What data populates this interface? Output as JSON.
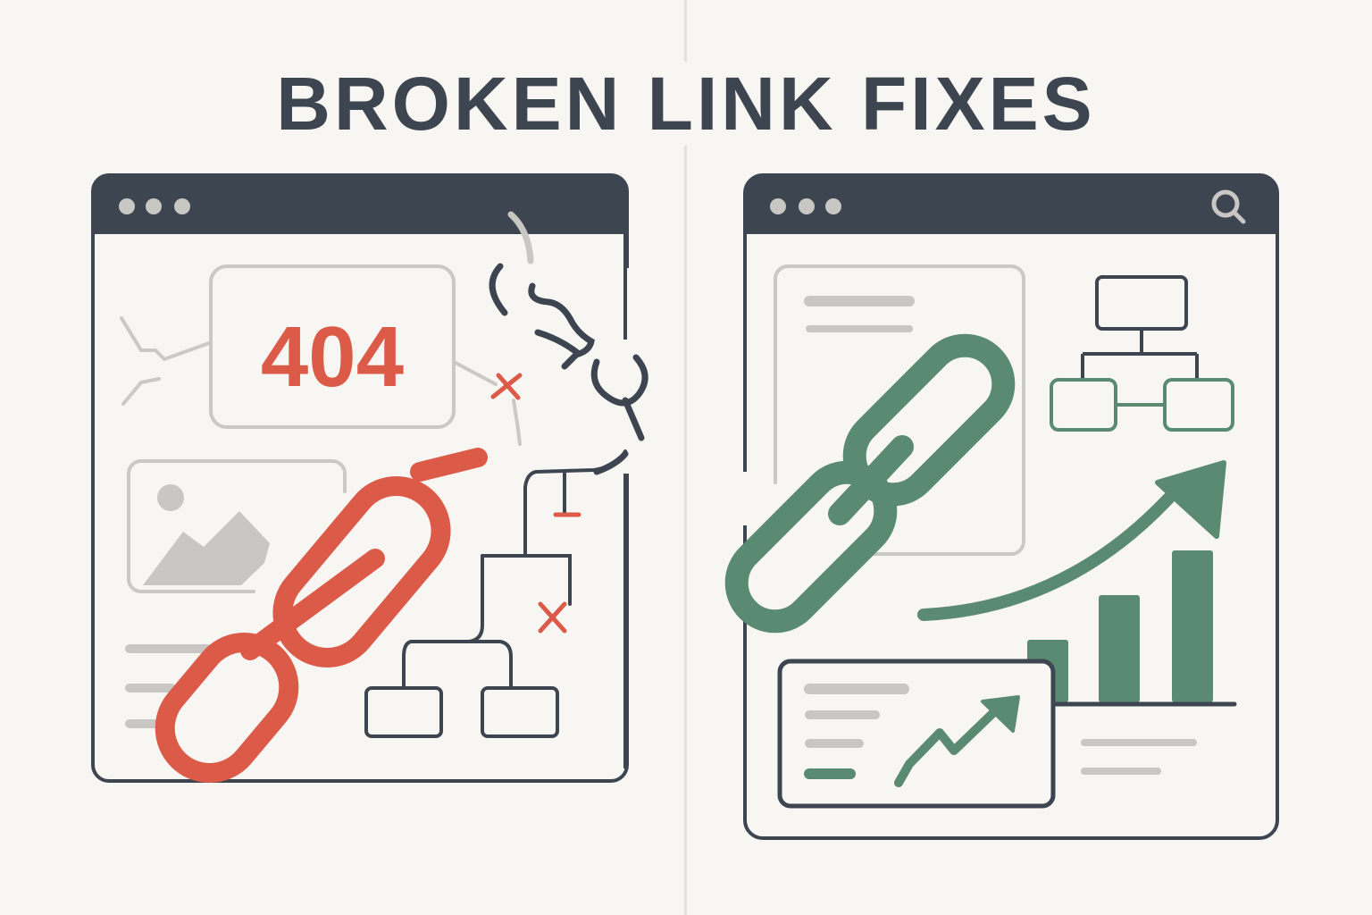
{
  "title": "BROKEN LINK FIXES",
  "colors": {
    "background": "#f8f6f2",
    "dark": "#3d4550",
    "broken_red": "#dc5a48",
    "fixed_green": "#5a8a72",
    "placeholder_gray": "#c8c6c2"
  },
  "panels": {
    "broken": {
      "label": "broken-site",
      "window_dots": 3,
      "error_code": "404",
      "icons": [
        "broken-chain-icon",
        "image-placeholder-icon",
        "sitemap-broken-icon",
        "error-x-icon"
      ]
    },
    "fixed": {
      "label": "fixed-site",
      "window_dots": 3,
      "toolbar_icon": "search-icon",
      "icons": [
        "chain-link-icon",
        "sitemap-icon",
        "growth-arrow-icon",
        "bar-chart-icon",
        "trend-card-icon"
      ],
      "bar_chart_relative_values": [
        0.35,
        0.6,
        0.85
      ]
    }
  }
}
